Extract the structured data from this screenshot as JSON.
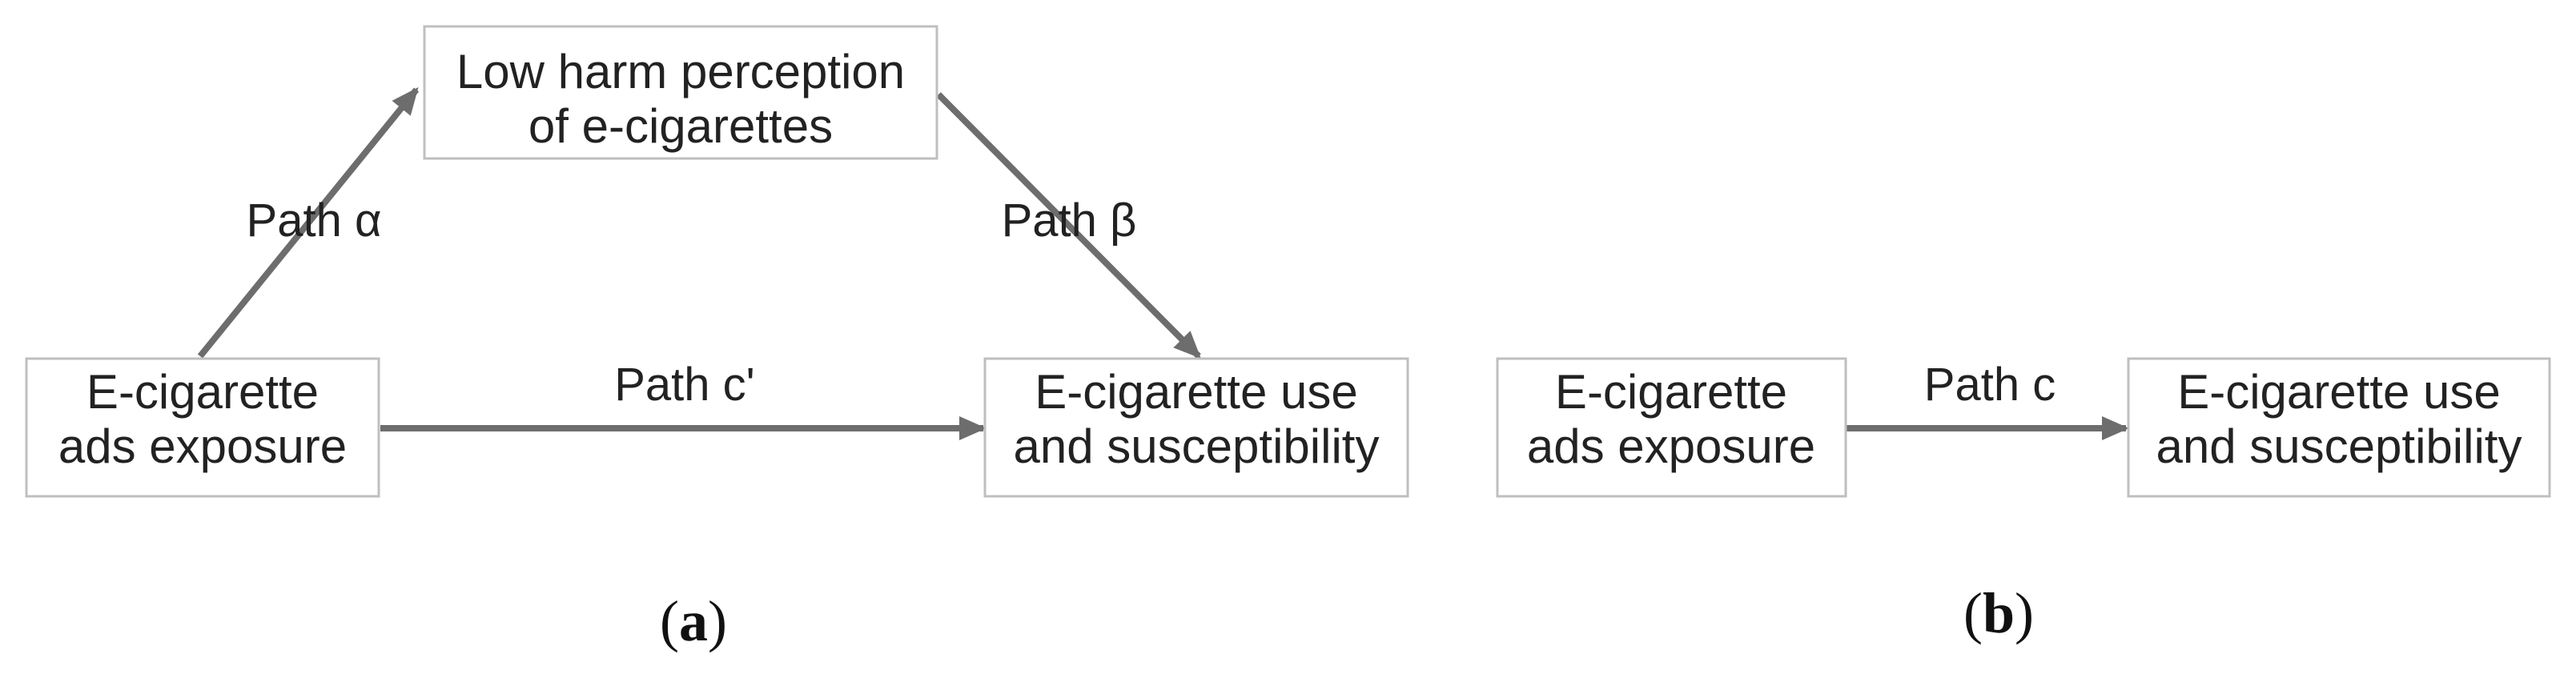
{
  "panel_a": {
    "label_open": "(",
    "label_letter": "a",
    "label_close": ")",
    "nodes": {
      "exposure": {
        "line1": "E-cigarette",
        "line2": "ads exposure"
      },
      "mediator": {
        "line1": "Low harm perception",
        "line2": "of e-cigarettes"
      },
      "outcome": {
        "line1": "E-cigarette use",
        "line2": "and susceptibility"
      }
    },
    "paths": {
      "alpha": "Path α",
      "beta": "Path β",
      "c_prime": "Path c'"
    }
  },
  "panel_b": {
    "label_open": "(",
    "label_letter": "b",
    "label_close": ")",
    "nodes": {
      "exposure": {
        "line1": "E-cigarette",
        "line2": "ads exposure"
      },
      "outcome": {
        "line1": "E-cigarette use",
        "line2": "and susceptibility"
      }
    },
    "paths": {
      "c": "Path c"
    }
  },
  "colors": {
    "arrow": "#6d6d6d",
    "box_border": "#bfbfbf",
    "text": "#222222"
  }
}
